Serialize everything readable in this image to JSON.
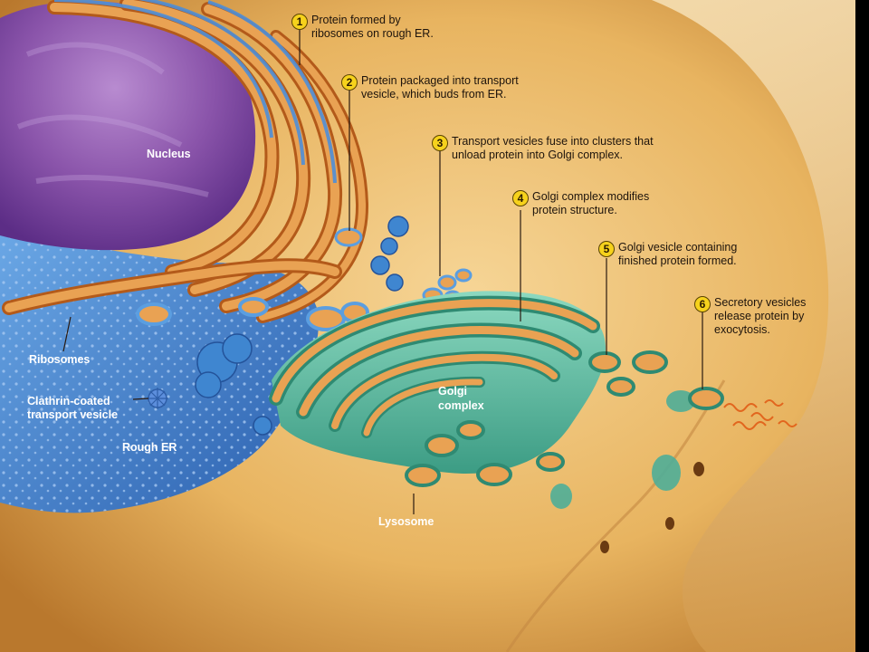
{
  "steps": [
    {
      "number": "1",
      "line1": "Protein formed by",
      "line2": "ribosomes on rough ER."
    },
    {
      "number": "2",
      "line1": "Protein packaged into transport",
      "line2": "vesicle, which buds from ER."
    },
    {
      "number": "3",
      "line1": "Transport vesicles fuse into clusters that",
      "line2": "unload protein into Golgi complex."
    },
    {
      "number": "4",
      "line1": "Golgi complex modifies",
      "line2": "protein structure."
    },
    {
      "number": "5",
      "line1": "Golgi vesicle containing",
      "line2": "finished protein formed."
    },
    {
      "number": "6",
      "line1": "Secretory vesicles",
      "line2": "release protein by",
      "line3": "exocytosis."
    }
  ],
  "labels": {
    "nucleus": "Nucleus",
    "ribosomes": "Ribosomes",
    "clathrin_line1": "Clathrin-coated",
    "clathrin_line2": "transport vesicle",
    "rough_er": "Rough ER",
    "golgi_line1": "Golgi",
    "golgi_line2": "complex",
    "lysosome": "Lysosome"
  },
  "colors": {
    "cytoplasm": "#e7b25a",
    "nucleus": "#8a4fa8",
    "rough_er": "#3f7fc8",
    "golgi": "#4fae98",
    "protein": "#e2661e",
    "badge": "#f6d21c"
  }
}
